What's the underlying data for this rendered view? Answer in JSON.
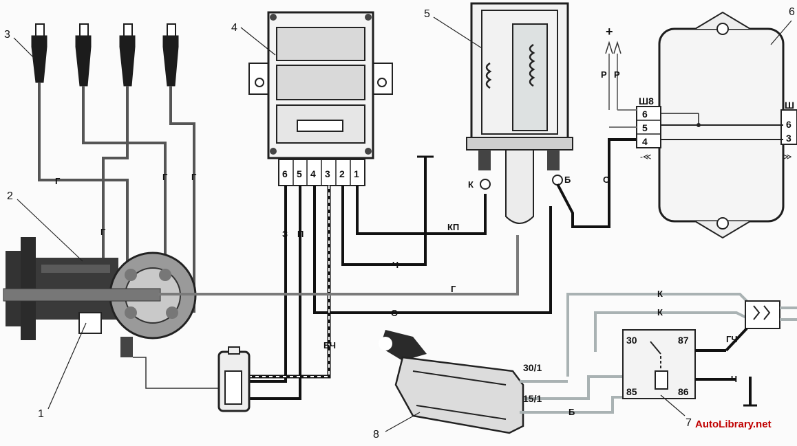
{
  "callouts": [
    "1",
    "2",
    "3",
    "4",
    "5",
    "6",
    "7",
    "8"
  ],
  "switch_pins": [
    "6",
    "5",
    "4",
    "3",
    "2",
    "1"
  ],
  "coil_terminals": {
    "k": "К",
    "b": "Б"
  },
  "plus": "+",
  "regulator": {
    "p1": "Р",
    "p2": "Р",
    "sh8": "Ш8",
    "r6": "6",
    "r5": "5",
    "r4": "4",
    "sh": "Ш",
    "o6": "6",
    "o3": "3"
  },
  "wires": {
    "g1": "Г",
    "g2": "Г",
    "g3": "Г",
    "g4": "Г",
    "g5": "Г",
    "z": "З",
    "p": "П",
    "bch": "БЧ",
    "kp": "КП",
    "ch1": "Ч",
    "o1": "О",
    "o2": "О",
    "k1": "К",
    "k2": "К",
    "gch": "ГЧ",
    "ch2": "Ч",
    "b": "Б"
  },
  "ignition": {
    "t30": "30/1",
    "t15": "15/1"
  },
  "relay": {
    "t30": "30",
    "t87": "87",
    "t85": "85",
    "t86": "86"
  },
  "watermark": "AutoLibrary.net",
  "colors": {
    "ink": "#1a1a1a",
    "wire_grey": "#7a7a7a",
    "wire_light": "#a9b2b3",
    "watermark": "#c00000"
  }
}
